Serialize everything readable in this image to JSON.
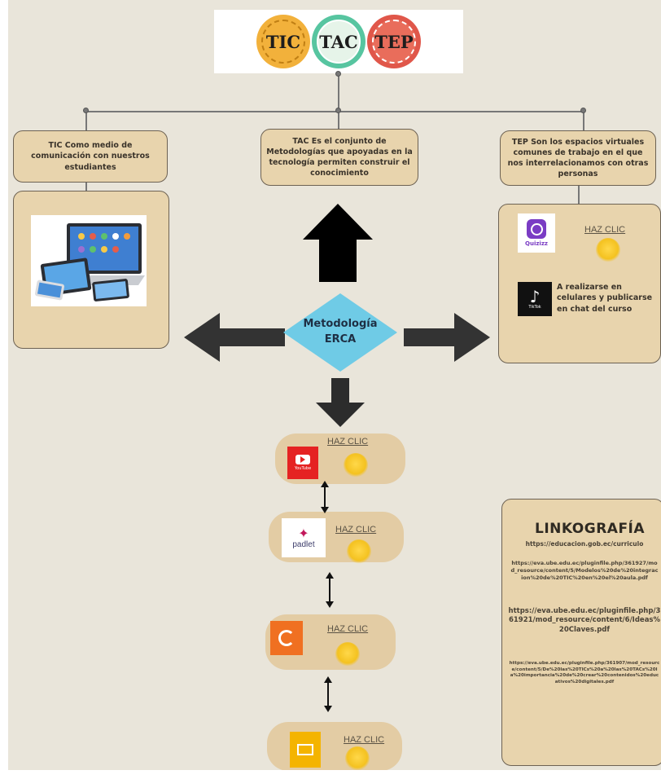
{
  "header": {
    "badges": [
      {
        "label": "TIC",
        "color": "#f2b13b"
      },
      {
        "label": "TAC",
        "color": "#57c5a0"
      },
      {
        "label": "TEP",
        "color": "#e0574a"
      }
    ]
  },
  "branches": {
    "tic": "TIC Como medio de comunicación con nuestros estudiantes",
    "tac": "TAC Es el conjunto de Metodologías que apoyadas en la tecnología permiten construir el conocimiento",
    "tep": "TEP Son los espacios virtuales comunes de trabajo en el que nos interrelacionamos con otras personas"
  },
  "center": {
    "line1": "Metodología",
    "line2": "ERCA",
    "color": "#6fcbe6"
  },
  "tep_panel": {
    "quizizz_label": "Quizizz",
    "quizizz_link": "HAZ CLIC",
    "tiktok_label": "TikTok",
    "tiktok_text": "A realizarse en celulares y publicarse en chat del curso"
  },
  "tools": [
    {
      "name": "YouTube",
      "link": "HAZ CLIC"
    },
    {
      "name": "padlet",
      "link": "HAZ CLIC"
    },
    {
      "name": "Genially",
      "link": "HAZ CLIC"
    },
    {
      "name": "Slides",
      "link": "HAZ CLIC"
    }
  ],
  "linkografia": {
    "title": "LINKOGRAFÍA",
    "refs": [
      "https://educacion.gob.ec/curriculo",
      "https://eva.ube.edu.ec/pluginfile.php/361927/mod_resource/content/5/Modelos%20de%20integracion%20de%20TIC%20en%20el%20aula.pdf",
      "https://eva.ube.edu.ec/pluginfile.php/361921/mod_resource/content/6/Ideas%20Claves.pdf",
      "https://eva.ube.edu.ec/pluginfile.php/361907/mod_resource/content/5/De%20las%20TICs%20a%20las%20TACs%20la%20importancia%20de%20crear%20contenidos%20educativos%20digitales.pdf"
    ]
  }
}
